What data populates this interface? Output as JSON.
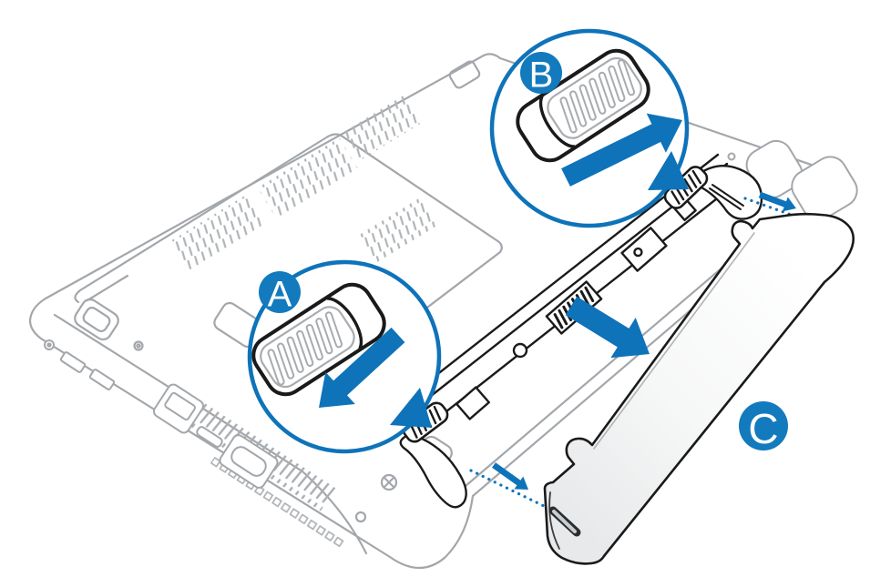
{
  "illustration": {
    "subject": "laptop-battery-removal-diagram",
    "background_color": "#ffffff",
    "accent_blue": "#0e73b9",
    "badge_blue": "#137abd",
    "outline_gray": "#a3a7ab",
    "outline_black": "#1a1a1a",
    "callouts": [
      {
        "id": "A",
        "label": "A"
      },
      {
        "id": "B",
        "label": "B"
      },
      {
        "id": "C",
        "label": "C"
      }
    ]
  }
}
